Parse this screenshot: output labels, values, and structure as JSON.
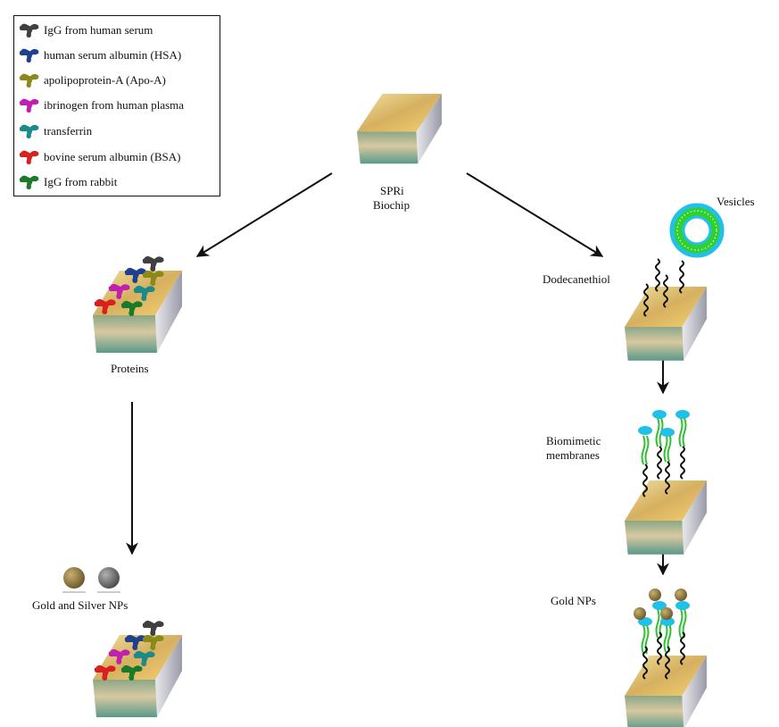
{
  "legend": {
    "items": [
      {
        "label": "IgG from human serum",
        "color": "#404040"
      },
      {
        "label": "human serum albumin (HSA)",
        "color": "#1f3f8f"
      },
      {
        "label": "apolipoprotein-A (Apo-A)",
        "color": "#8a8a1a"
      },
      {
        "label": "ibrinogen from human plasma",
        "color": "#c020b0"
      },
      {
        "label": "transferrin",
        "color": "#1a8a8a"
      },
      {
        "label": "bovine serum albumin (BSA)",
        "color": "#d82020"
      },
      {
        "label": "IgG from rabbit",
        "color": "#1a7a2a"
      }
    ]
  },
  "labels": {
    "biochip": "SPRi",
    "biochip2": "Biochip",
    "proteins": "Proteins",
    "np": "Gold and Silver NPs",
    "dodecanethiol": "Dodecanethiol",
    "vesicles": "Vesicles",
    "biomimetic": "Biomimetic",
    "membranes": "membranes",
    "gold_nps": "Gold NPs"
  },
  "colors": {
    "gold_np": "#8a7440",
    "silver_np": "#707070",
    "vesicle_outer": "#20c0e8",
    "vesicle_inner": "#30d030",
    "lipid_head": "#20c0e8",
    "lipid_tail": "#30c030"
  }
}
